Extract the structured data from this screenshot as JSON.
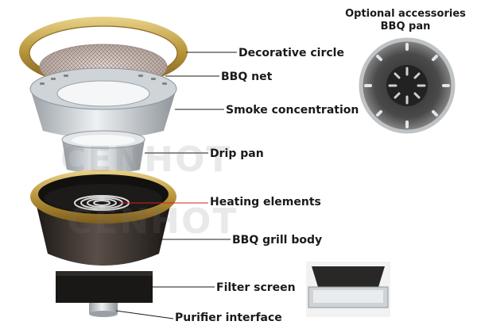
{
  "accessory": {
    "heading": "Optional accessories",
    "subheading": "BBQ pan"
  },
  "labels": {
    "decorative_circle": "Decorative circle",
    "bbq_net": "BBQ net",
    "smoke_concentration": "Smoke concentration",
    "drip_pan": "Drip pan",
    "heating_elements": "Heating elements",
    "bbq_grill_body": "BBQ grill body",
    "filter_screen": "Filter screen",
    "purifier_interface": "Purifier interface"
  },
  "watermark": {
    "line1": "CENHOT",
    "line2": "CENHOT"
  },
  "colors": {
    "gold": "#b8943a",
    "dark_body": "#2b2622",
    "leader_line": "#1a1a1a",
    "heating_leader": "#d42020"
  }
}
